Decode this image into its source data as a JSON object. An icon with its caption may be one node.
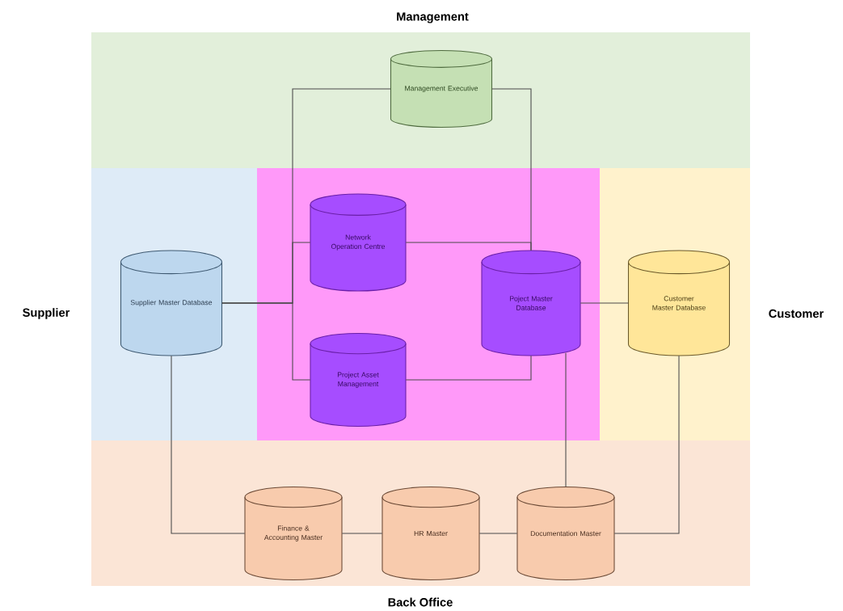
{
  "diagram": {
    "nodes": [
      {
        "text": [
          "Management"
        ]
      },
      {
        "text": [
          "Management Executive"
        ],
        "in": 0
      },
      {
        "text": [
          "Supplier"
        ]
      },
      {
        "text": [
          "Supplier Master Database"
        ],
        "in": 2
      },
      {
        "text": [],
        "shape": "box"
      },
      {
        "text": [
          "Network Operation Centre"
        ],
        "in": 4
      },
      {
        "text": [
          "Project Asset Management"
        ],
        "in": 4
      },
      {
        "text": [
          "Poject Master Database"
        ],
        "in": 4
      },
      {
        "text": [
          "Customer"
        ]
      },
      {
        "text": [
          "Customer Master Database"
        ],
        "in": 8
      },
      {
        "text": [
          "Back Office"
        ]
      },
      {
        "text": [
          "Finance & Accounting Master"
        ],
        "in": 10
      },
      {
        "text": [
          "HR Master"
        ],
        "in": 10
      },
      {
        "text": [
          "Documentation Master"
        ],
        "in": 10
      }
    ],
    "edges": [
      {
        "from": 3,
        "to": 1,
        "arrow": "none"
      },
      {
        "from": 3,
        "to": 5,
        "arrow": "none"
      },
      {
        "from": 3,
        "to": 6,
        "arrow": "none"
      },
      {
        "from": 1,
        "to": 7,
        "arrow": "none"
      },
      {
        "from": 5,
        "to": 7,
        "arrow": "none"
      },
      {
        "from": 6,
        "to": 7,
        "arrow": "none"
      },
      {
        "from": 7,
        "to": 9,
        "arrow": "none"
      },
      {
        "from": 7,
        "to": 13,
        "arrow": "none"
      },
      {
        "from": 3,
        "to": 11,
        "arrow": "none"
      },
      {
        "from": 11,
        "to": 12,
        "arrow": "none"
      },
      {
        "from": 12,
        "to": 13,
        "arrow": "none"
      },
      {
        "from": 13,
        "to": 9,
        "arrow": "none"
      }
    ]
  }
}
